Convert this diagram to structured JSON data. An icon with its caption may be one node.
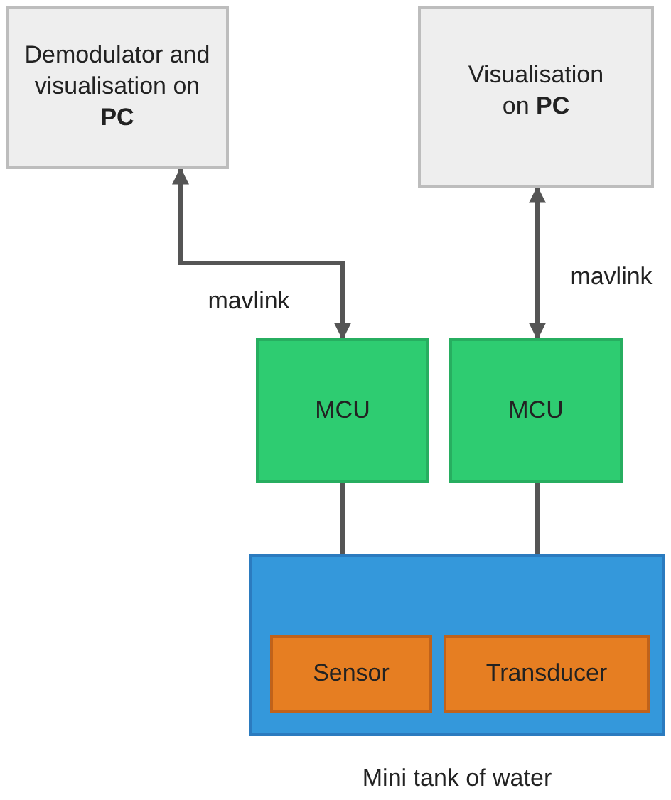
{
  "diagram": {
    "nodes": [
      {
        "text": [
          "Demodulator and visualisation on **PC**"
        ]
      },
      {
        "text": [
          "Visualisation on **PC**"
        ]
      },
      {
        "text": [
          "MCU"
        ]
      },
      {
        "text": [
          "MCU"
        ]
      },
      {
        "text": [],
        "shape": "box",
        "beside": [
          "Mini tank of water"
        ]
      },
      {
        "text": [
          "Sensor"
        ],
        "in": 4
      },
      {
        "text": [
          "Transducer"
        ],
        "in": 4
      }
    ],
    "edges": [
      {
        "from": 0,
        "to": 2,
        "arrow": "both",
        "label": "mavlink"
      },
      {
        "from": 1,
        "to": 3,
        "arrow": "both",
        "label": "mavlink"
      },
      {
        "from": 2,
        "to": 5,
        "arrow": "none"
      },
      {
        "from": 3,
        "to": 6,
        "arrow": "none"
      }
    ]
  }
}
